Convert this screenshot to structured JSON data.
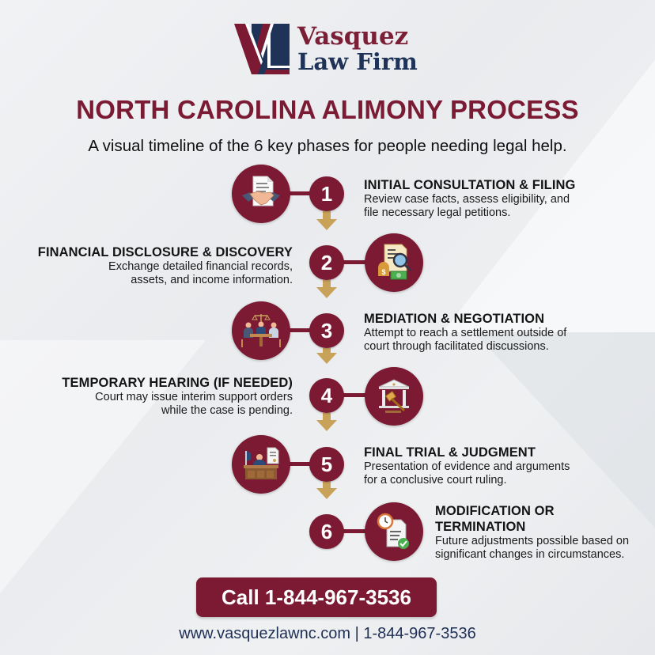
{
  "brand": {
    "name_line1": "Vasquez",
    "name_line2": "Law Firm",
    "colors": {
      "maroon": "#7b1a32",
      "navy": "#1f3257",
      "gold": "#c9a25a"
    }
  },
  "header": {
    "title": "NORTH CAROLINA ALIMONY PROCESS",
    "subtitle": "A visual timeline of the 6 key phases for people needing legal help."
  },
  "steps": [
    {
      "number": "1",
      "title": "INITIAL CONSULTATION & FILING",
      "desc_line1": "Review case facts, assess eligibility, and",
      "desc_line2": "file necessary legal petitions.",
      "icon": "handshake-document-icon",
      "side": "right"
    },
    {
      "number": "2",
      "title": "FINANCIAL DISCLOSURE & DISCOVERY",
      "desc_line1": "Exchange detailed financial records,",
      "desc_line2": "assets, and income information.",
      "icon": "financial-documents-magnifier-icon",
      "side": "left"
    },
    {
      "number": "3",
      "title": "MEDIATION & NEGOTIATION",
      "desc_line1": "Attempt to reach a settlement outside of",
      "desc_line2": "court through facilitated discussions.",
      "icon": "mediation-table-icon",
      "side": "right"
    },
    {
      "number": "4",
      "title": "TEMPORARY HEARING (IF NEEDED)",
      "desc_line1": "Court may issue interim support orders",
      "desc_line2": "while the case is pending.",
      "icon": "courthouse-gavel-icon",
      "side": "left"
    },
    {
      "number": "5",
      "title": "FINAL TRIAL & JUDGMENT",
      "desc_line1": "Presentation of evidence and arguments",
      "desc_line2": "for a conclusive court ruling.",
      "icon": "judge-bench-icon",
      "side": "right"
    },
    {
      "number": "6",
      "title_line1": "MODIFICATION OR",
      "title_line2": "TERMINATION",
      "desc_line1": "Future adjustments possible based on",
      "desc_line2": "significant changes in circumstances.",
      "icon": "clock-document-check-icon",
      "side": "right"
    }
  ],
  "cta": {
    "label": "Call 1-844-967-3536"
  },
  "footer": {
    "website": "www.vasquezlawnc.com",
    "separator": "|",
    "phone": "1-844-967-3536"
  }
}
